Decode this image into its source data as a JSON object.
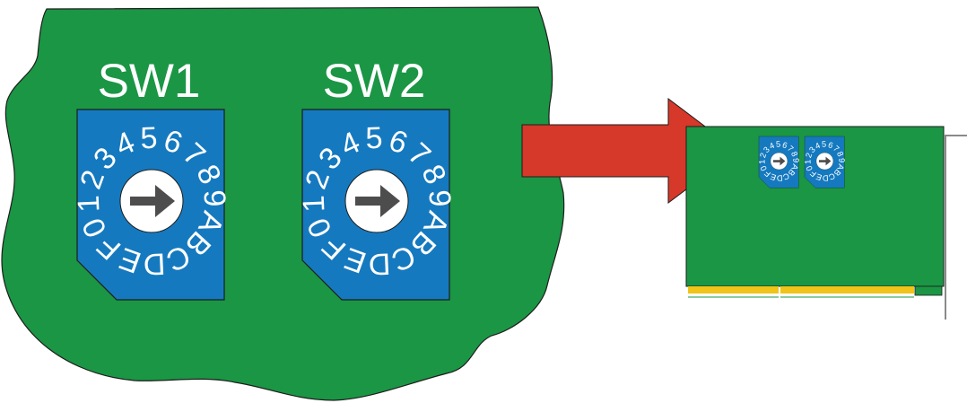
{
  "colors": {
    "board_green": "#1a9645",
    "switch_blue": "#1579bf",
    "arrow_red": "#d6382a",
    "edge_gold": "#f0c419",
    "bracket_gray": "#8a8a8a",
    "knob_arrow": "#4d4d4d",
    "outline": "#1d1d1b",
    "white": "#ffffff"
  },
  "switches": [
    {
      "label": "SW1",
      "glyphs": [
        "0",
        "1",
        "2",
        "3",
        "4",
        "5",
        "6",
        "7",
        "8",
        "9",
        "A",
        "B",
        "C",
        "D",
        "E",
        "F"
      ],
      "pointer_icon": "arrow-right-icon"
    },
    {
      "label": "SW2",
      "glyphs": [
        "0",
        "1",
        "2",
        "3",
        "4",
        "5",
        "6",
        "7",
        "8",
        "9",
        "A",
        "B",
        "C",
        "D",
        "E",
        "F"
      ],
      "pointer_icon": "arrow-right-icon"
    }
  ],
  "callout_arrow_icon": "arrow-right-icon",
  "card": {
    "component": "expansion-card",
    "switch_count": 2
  }
}
